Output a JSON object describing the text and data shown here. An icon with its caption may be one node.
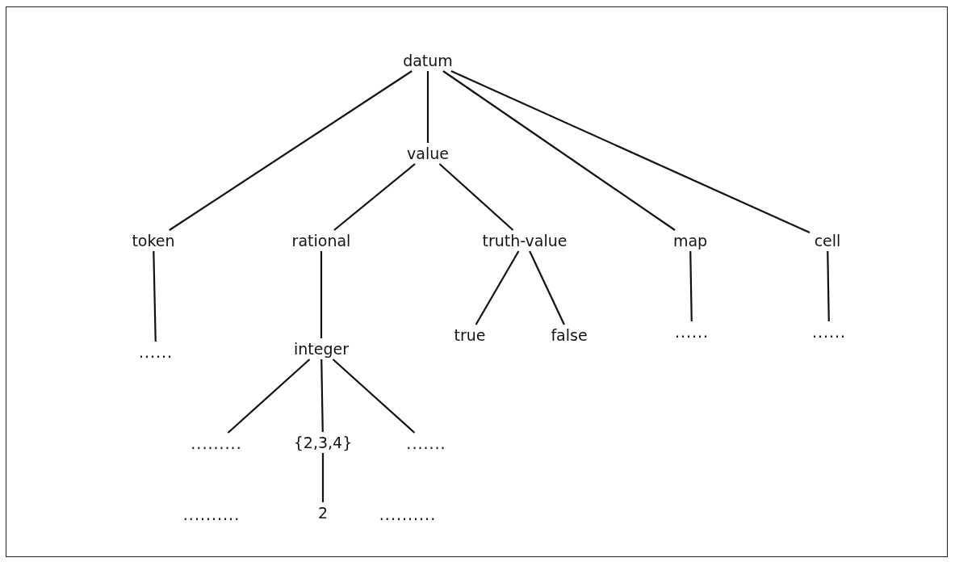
{
  "diagram": {
    "nodes": [
      {
        "text": [
          "datum"
        ]
      },
      {
        "text": [
          "value"
        ]
      },
      {
        "text": [
          "token"
        ]
      },
      {
        "text": [
          "rational"
        ]
      },
      {
        "text": [
          "truth-value"
        ]
      },
      {
        "text": [
          "map"
        ]
      },
      {
        "text": [
          "cell"
        ]
      },
      {
        "text": [
          "......"
        ]
      },
      {
        "text": [
          "integer"
        ]
      },
      {
        "text": [
          "true"
        ]
      },
      {
        "text": [
          "false"
        ]
      },
      {
        "text": [
          "......"
        ]
      },
      {
        "text": [
          "......"
        ]
      },
      {
        "text": [
          "........."
        ]
      },
      {
        "text": [
          "{2,3,4}"
        ]
      },
      {
        "text": [
          "......."
        ]
      },
      {
        "text": [
          ".........."
        ]
      },
      {
        "text": [
          "2"
        ]
      },
      {
        "text": [
          ".........."
        ]
      }
    ],
    "edges": [
      {
        "from": 0,
        "to": 2,
        "arrow": "none"
      },
      {
        "from": 0,
        "to": 1,
        "arrow": "none"
      },
      {
        "from": 0,
        "to": 5,
        "arrow": "none"
      },
      {
        "from": 0,
        "to": 6,
        "arrow": "none"
      },
      {
        "from": 1,
        "to": 3,
        "arrow": "none"
      },
      {
        "from": 1,
        "to": 4,
        "arrow": "none"
      },
      {
        "from": 2,
        "to": 7,
        "arrow": "none"
      },
      {
        "from": 3,
        "to": 8,
        "arrow": "none"
      },
      {
        "from": 4,
        "to": 9,
        "arrow": "none"
      },
      {
        "from": 4,
        "to": 10,
        "arrow": "none"
      },
      {
        "from": 5,
        "to": 11,
        "arrow": "none"
      },
      {
        "from": 6,
        "to": 12,
        "arrow": "none"
      },
      {
        "from": 8,
        "to": 13,
        "arrow": "none"
      },
      {
        "from": 8,
        "to": 14,
        "arrow": "none"
      },
      {
        "from": 8,
        "to": 15,
        "arrow": "none"
      },
      {
        "from": 14,
        "to": 17,
        "arrow": "none"
      }
    ]
  }
}
